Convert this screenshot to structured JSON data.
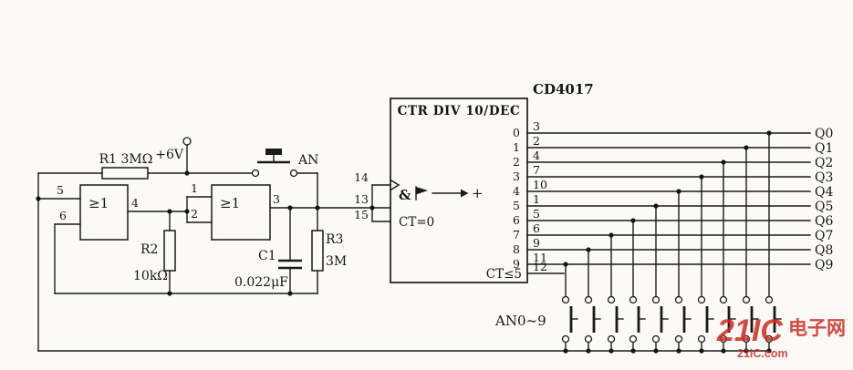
{
  "canvas": {
    "background": "#fbfaf6",
    "ink": "#1a1a1a",
    "watermark_color": "#ce2b23"
  },
  "oscillator": {
    "r1_label": "R1 3MΩ",
    "vcc_label": "+6V",
    "an_label": "AN",
    "gate1_symbol": "≥1",
    "gate2_symbol": "≥1",
    "pin5": "5",
    "pin6": "6",
    "pin4": "4",
    "pin1": "1",
    "pin2": "2",
    "pin3": "3",
    "r2_label": "R2",
    "r2_value": "10kΩ",
    "c1_label": "C1",
    "c1_value": "0.022μF",
    "r3_label": "R3",
    "r3_value": "3M"
  },
  "counter": {
    "name": "CD4017",
    "function_label": "CTR DIV 10/DEC",
    "clock_pin": "14",
    "enable_pin": "13",
    "reset_pin": "15",
    "and_symbol": "&",
    "count_direction": "+",
    "reset_label": "CT=0",
    "carry_label": "CT≤5",
    "carry_pin": "12",
    "rows": [
      {
        "out": "0",
        "pin": "3",
        "q": "Q0"
      },
      {
        "out": "1",
        "pin": "2",
        "q": "Q1"
      },
      {
        "out": "2",
        "pin": "4",
        "q": "Q2"
      },
      {
        "out": "3",
        "pin": "7",
        "q": "Q3"
      },
      {
        "out": "4",
        "pin": "10",
        "q": "Q4"
      },
      {
        "out": "5",
        "pin": "1",
        "q": "Q5"
      },
      {
        "out": "6",
        "pin": "5",
        "q": "Q6"
      },
      {
        "out": "7",
        "pin": "6",
        "q": "Q7"
      },
      {
        "out": "8",
        "pin": "9",
        "q": "Q8"
      },
      {
        "out": "9",
        "pin": "11",
        "q": "Q9"
      }
    ]
  },
  "switch_bank": {
    "label": "AN0~9"
  },
  "watermark": {
    "brand": "21IC",
    "brand_cjk": "电子网",
    "site": "21IC.com"
  }
}
